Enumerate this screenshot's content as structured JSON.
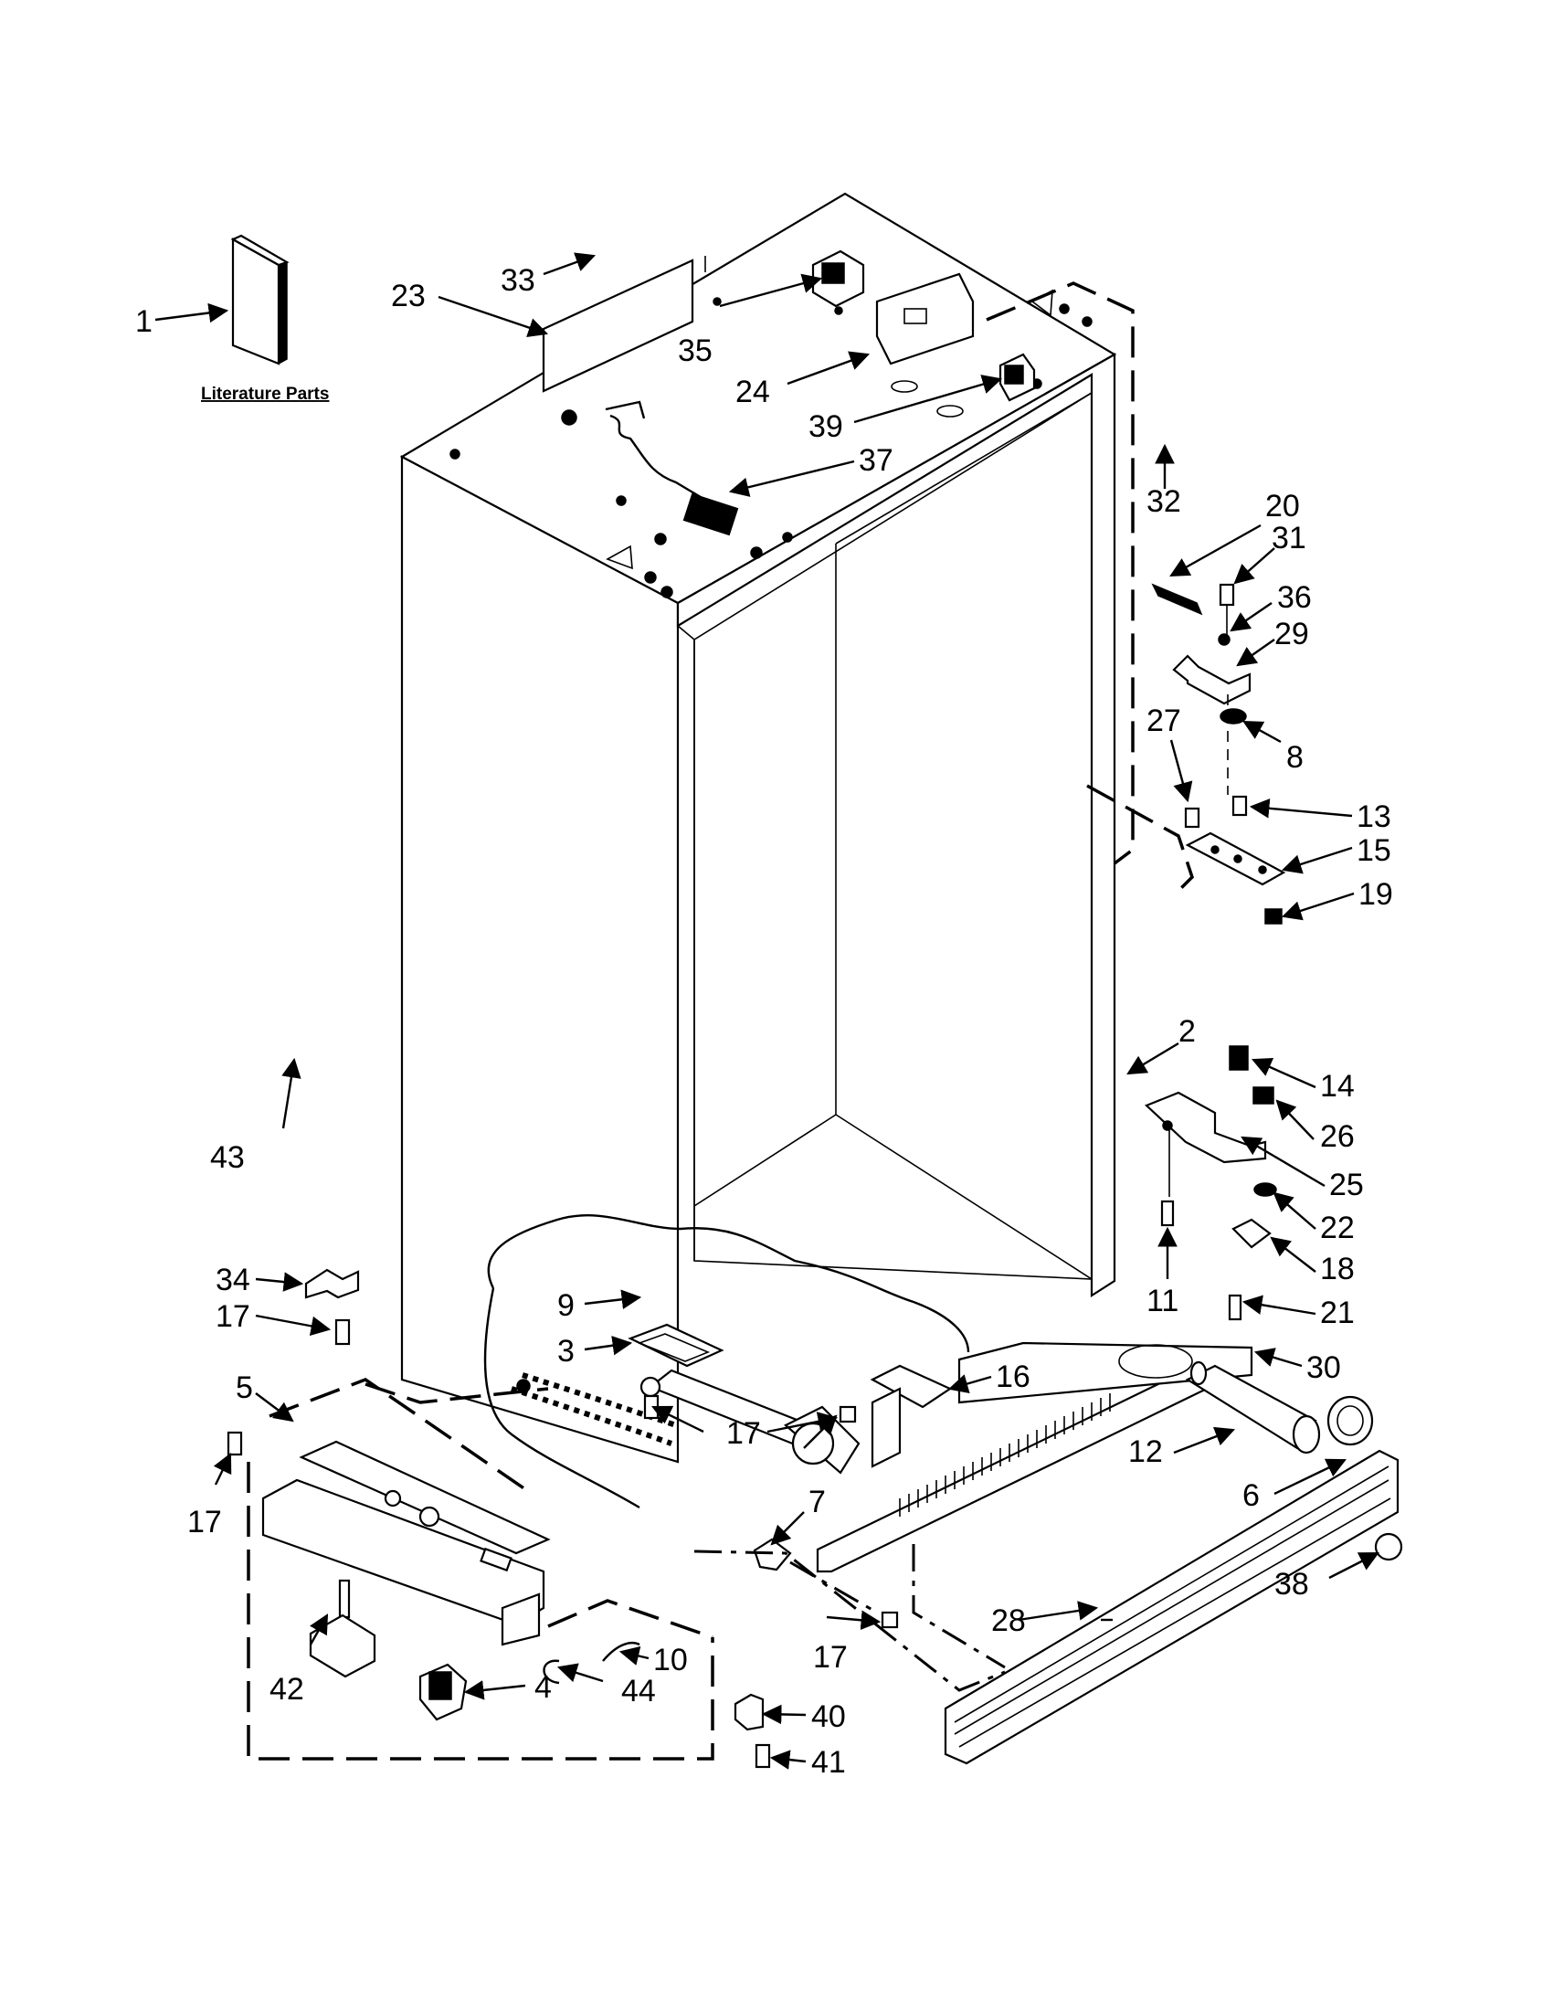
{
  "literature_label": "Literature Parts",
  "callouts": [
    {
      "id": "p1",
      "label": "1"
    },
    {
      "id": "p2",
      "label": "2"
    },
    {
      "id": "p3",
      "label": "3"
    },
    {
      "id": "p4",
      "label": "4"
    },
    {
      "id": "p5",
      "label": "5"
    },
    {
      "id": "p6",
      "label": "6"
    },
    {
      "id": "p7",
      "label": "7"
    },
    {
      "id": "p8",
      "label": "8"
    },
    {
      "id": "p9",
      "label": "9"
    },
    {
      "id": "p10",
      "label": "10"
    },
    {
      "id": "p11",
      "label": "11"
    },
    {
      "id": "p12",
      "label": "12"
    },
    {
      "id": "p13",
      "label": "13"
    },
    {
      "id": "p14",
      "label": "14"
    },
    {
      "id": "p15",
      "label": "15"
    },
    {
      "id": "p16",
      "label": "16"
    },
    {
      "id": "p17a",
      "label": "17"
    },
    {
      "id": "p17b",
      "label": "17"
    },
    {
      "id": "p17c",
      "label": "17"
    },
    {
      "id": "p17d",
      "label": "17"
    },
    {
      "id": "p17e",
      "label": "17"
    },
    {
      "id": "p18",
      "label": "18"
    },
    {
      "id": "p19",
      "label": "19"
    },
    {
      "id": "p20",
      "label": "20"
    },
    {
      "id": "p21",
      "label": "21"
    },
    {
      "id": "p22",
      "label": "22"
    },
    {
      "id": "p23",
      "label": "23"
    },
    {
      "id": "p24",
      "label": "24"
    },
    {
      "id": "p25",
      "label": "25"
    },
    {
      "id": "p26",
      "label": "26"
    },
    {
      "id": "p27",
      "label": "27"
    },
    {
      "id": "p28",
      "label": "28"
    },
    {
      "id": "p29",
      "label": "29"
    },
    {
      "id": "p30",
      "label": "30"
    },
    {
      "id": "p31",
      "label": "31"
    },
    {
      "id": "p32",
      "label": "32"
    },
    {
      "id": "p33",
      "label": "33"
    },
    {
      "id": "p34",
      "label": "34"
    },
    {
      "id": "p35",
      "label": "35"
    },
    {
      "id": "p36",
      "label": "36"
    },
    {
      "id": "p37",
      "label": "37"
    },
    {
      "id": "p38",
      "label": "38"
    },
    {
      "id": "p39",
      "label": "39"
    },
    {
      "id": "p40",
      "label": "40"
    },
    {
      "id": "p41",
      "label": "41"
    },
    {
      "id": "p42",
      "label": "42"
    },
    {
      "id": "p43",
      "label": "43"
    },
    {
      "id": "p44",
      "label": "44"
    }
  ]
}
